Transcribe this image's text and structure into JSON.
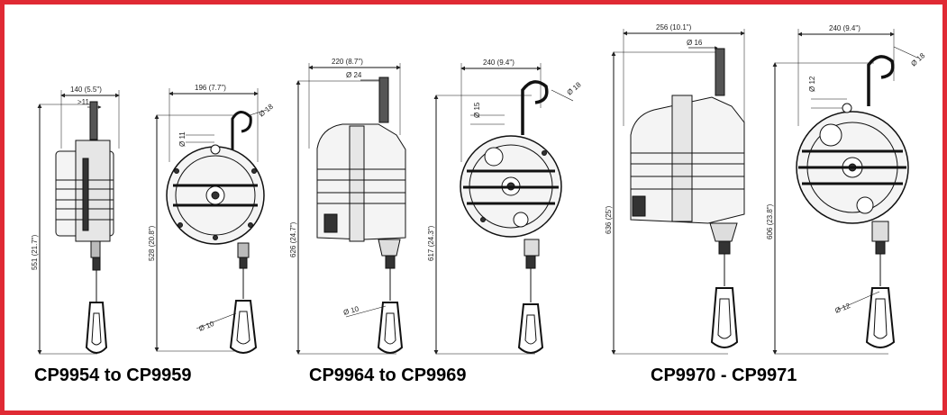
{
  "frame_color": "#e02a34",
  "groups": [
    {
      "label": "CP9954 to CP9959",
      "side_view": {
        "width": "140 (5.5\")",
        "hook_gap": ">11",
        "height": "551 (21.7\")"
      },
      "front_view": {
        "width": "196 (7.7\")",
        "hook_opening": "Ø 18",
        "hook_throat": "Ø 11",
        "height": "528 (20.8\")",
        "eye": "Ø 10"
      }
    },
    {
      "label": "CP9964 to CP9969",
      "side_view": {
        "width": "220 (8.7\")",
        "shaft": "Ø 24",
        "height": "626 (24.7\")",
        "eye": "Ø 10"
      },
      "front_view": {
        "width": "240 (9.4\")",
        "hook_opening": "Ø 18",
        "hook_throat": "Ø 15",
        "height": "617 (24.3\")"
      }
    },
    {
      "label": "CP9970 - CP9971",
      "side_view": {
        "width": "256 (10.1\")",
        "shaft": "Ø 16",
        "height": "636 (25')"
      },
      "front_view": {
        "width": "240 (9.4\")",
        "hook_opening": "Ø 18",
        "hook_throat": "Ø 12",
        "height": "606 (23.8\")",
        "eye": "Ø 12"
      }
    }
  ]
}
